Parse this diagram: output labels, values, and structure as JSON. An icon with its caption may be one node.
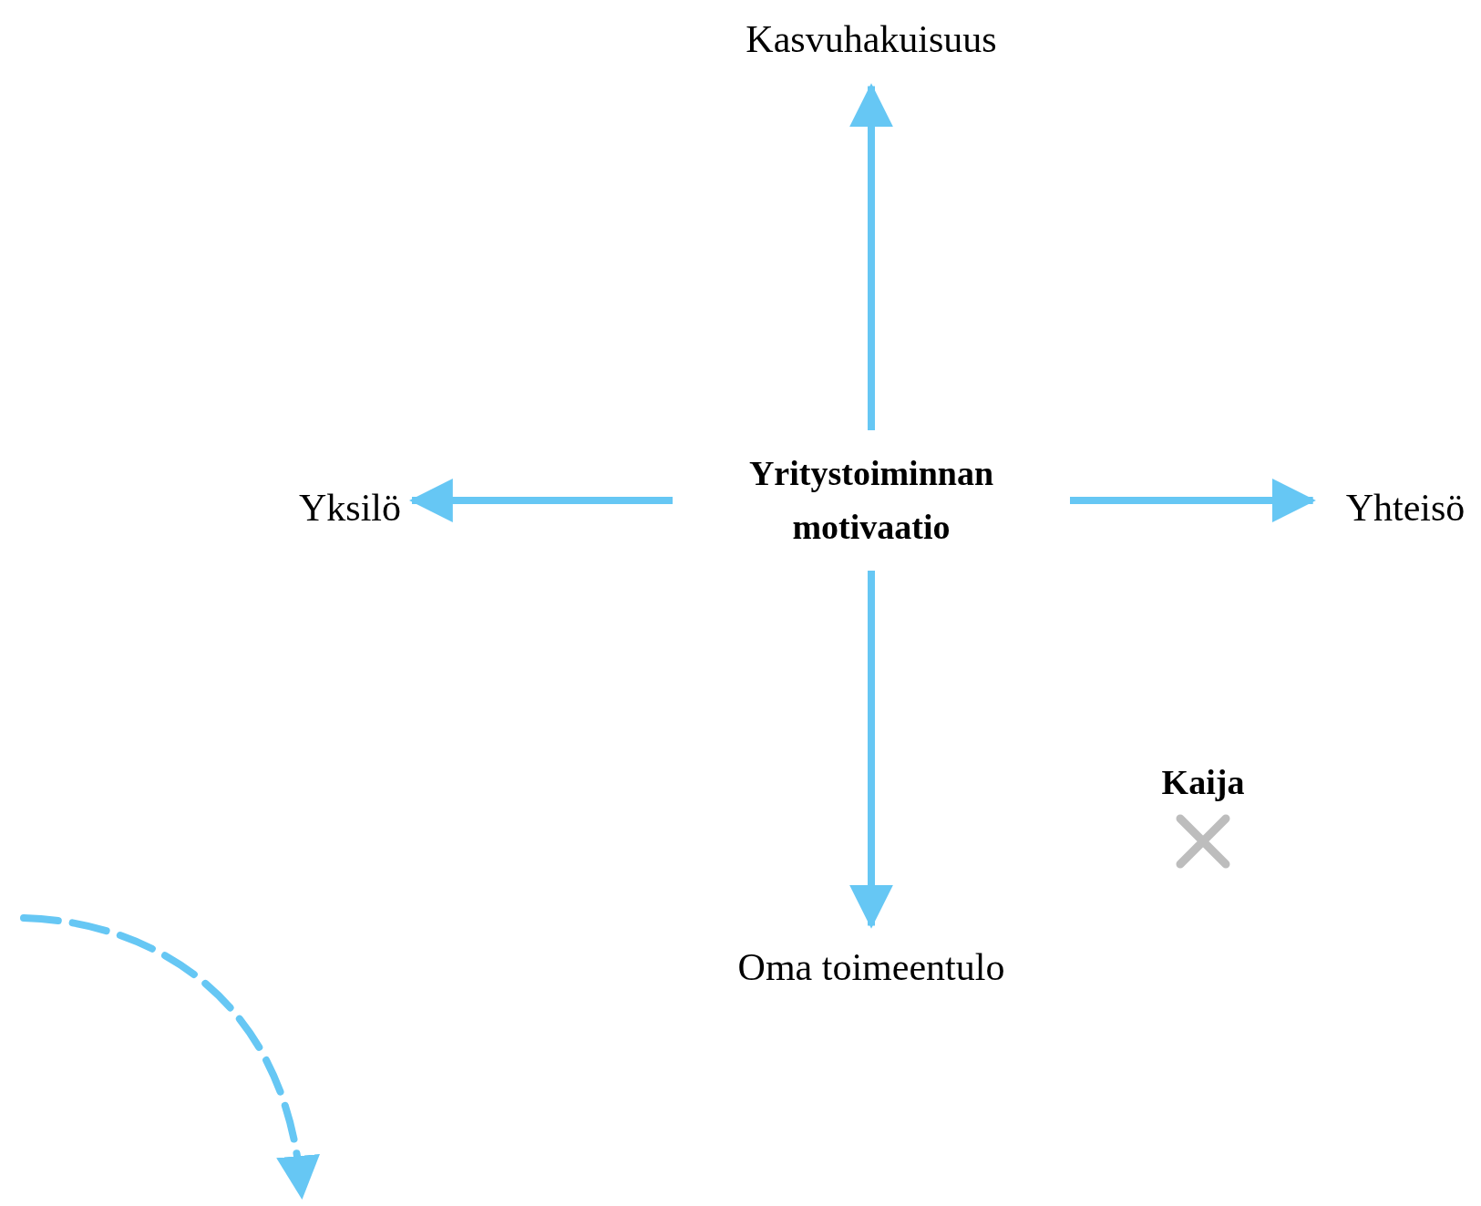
{
  "diagram": {
    "nodes": [
      {
        "text": [
          "Yritystoiminnan motivaatio"
        ]
      },
      {
        "text": [
          "Kasvuhakuisuus"
        ]
      },
      {
        "text": [
          "Yksilö"
        ]
      },
      {
        "text": [
          "Yhteisö"
        ]
      },
      {
        "text": [
          "Oma toimeentulo"
        ]
      }
    ],
    "edges": [
      {
        "from": 0,
        "to": 1,
        "arrow": "to"
      },
      {
        "from": 0,
        "to": 2,
        "arrow": "to"
      },
      {
        "from": 0,
        "to": 3,
        "arrow": "to"
      },
      {
        "from": 0,
        "to": 4,
        "arrow": "to"
      }
    ],
    "labels": [
      "Kaija"
    ]
  }
}
